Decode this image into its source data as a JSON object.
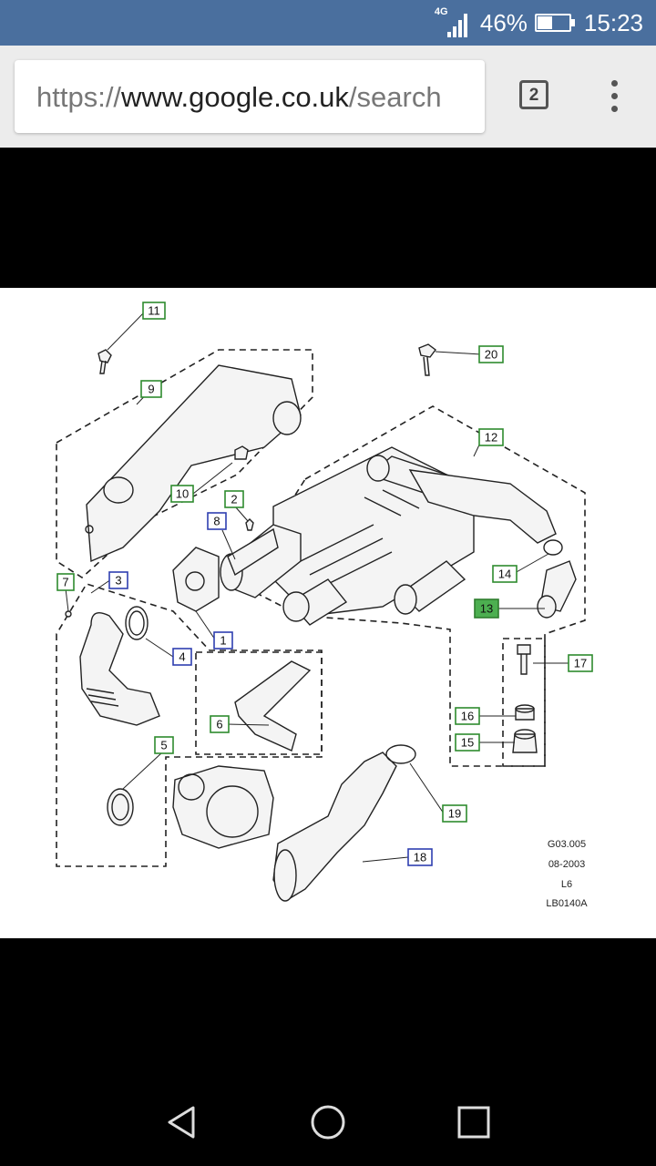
{
  "status_bar": {
    "network_type": "4G",
    "battery_percent": "46%",
    "battery_level": 0.46,
    "time": "15:23"
  },
  "browser": {
    "url_scheme": "https://",
    "url_host": "www.google.co.uk",
    "url_path": "/search",
    "tab_count": "2"
  },
  "diagram": {
    "callouts": [
      "1",
      "2",
      "3",
      "4",
      "5",
      "6",
      "7",
      "8",
      "9",
      "10",
      "11",
      "12",
      "13",
      "14",
      "15",
      "16",
      "17",
      "18",
      "19",
      "20"
    ],
    "drawing_code": [
      "G03.005",
      "08-2003",
      "L6",
      "LB0140A"
    ]
  }
}
